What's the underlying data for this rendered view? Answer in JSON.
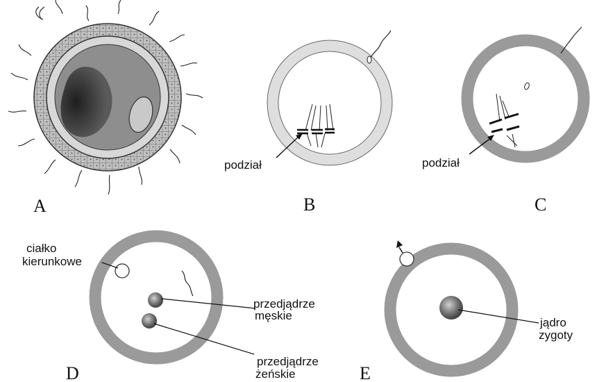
{
  "panels": {
    "A": {
      "letter": "A"
    },
    "B": {
      "letter": "B",
      "label": "podział"
    },
    "C": {
      "letter": "C",
      "label": "podział"
    },
    "D": {
      "letter": "D",
      "polar_label_1": "ciałko",
      "polar_label_2": "kierunkowe",
      "male_1": "przedjądrze",
      "male_2": "męskie",
      "female_1": "przedjądrze",
      "female_2": "żeńskie"
    },
    "E": {
      "letter": "E",
      "nucleus_1": "jądro",
      "nucleus_2": "zygoty"
    }
  },
  "colors": {
    "ring_light": "#dedede",
    "ring_dark": "#9a9a9a",
    "ink": "#111111",
    "nucleus": "#777777"
  }
}
